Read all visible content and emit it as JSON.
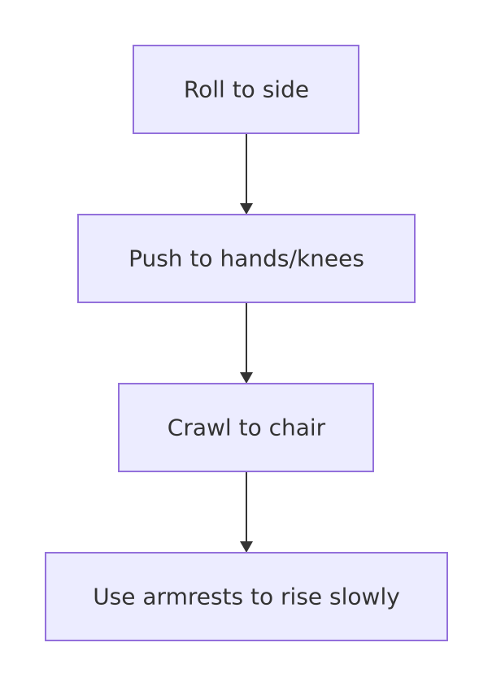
{
  "diagram": {
    "type": "flowchart",
    "direction": "top-to-bottom",
    "colors": {
      "node_fill": "#ECECFF",
      "node_border": "#9370DB",
      "text": "#333333",
      "edge": "#333333"
    },
    "nodes": [
      {
        "id": "roll",
        "label": "Roll to side"
      },
      {
        "id": "push",
        "label": "Push to hands/knees"
      },
      {
        "id": "crawl",
        "label": "Crawl to chair"
      },
      {
        "id": "rise",
        "label": "Use armrests to rise slowly"
      }
    ],
    "edges": [
      {
        "from": "roll",
        "to": "push"
      },
      {
        "from": "push",
        "to": "crawl"
      },
      {
        "from": "crawl",
        "to": "rise"
      }
    ]
  }
}
